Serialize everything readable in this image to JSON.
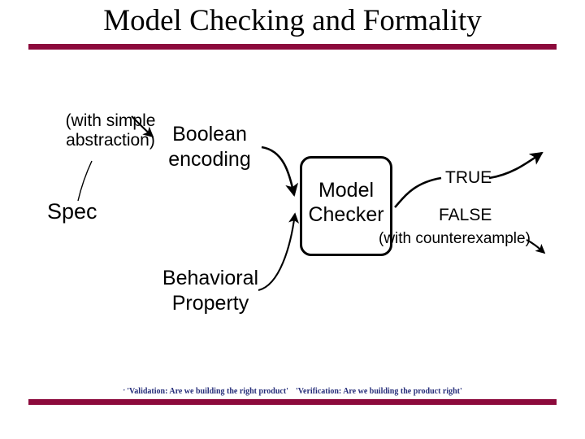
{
  "slide": {
    "title": "Model Checking and Formality",
    "accent_color": "#8C0A3C",
    "footer_text_color": "#252D79",
    "background_color": "#ffffff"
  },
  "footer": {
    "bullet": "·",
    "validation": "'Validation: Are we building the right product'",
    "verification": "'Verification: Are we building the product right'"
  },
  "diagram": {
    "type": "flow-diagram",
    "nodes": {
      "spec": "Spec",
      "with_simple_abstraction": "(with simple abstraction)",
      "boolean_encoding": "Boolean encoding",
      "behavioral_property": "Behavioral Property",
      "model_checker": "Model Checker",
      "true_output": "TRUE",
      "false_output": "FALSE",
      "with_counterexample": "(with counterexample)"
    },
    "edges": [
      {
        "from": "spec",
        "to": "with_simple_abstraction",
        "style": "thin-line",
        "arrow": false
      },
      {
        "from": "with_simple_abstraction",
        "to": "boolean_encoding",
        "style": "curve",
        "arrow": true
      },
      {
        "from": "boolean_encoding",
        "to": "model_checker",
        "style": "curve",
        "arrow": true
      },
      {
        "from": "behavioral_property",
        "to": "model_checker",
        "style": "curve",
        "arrow": true
      },
      {
        "from": "model_checker",
        "to": "true_output",
        "style": "curve",
        "arrow": true
      },
      {
        "from": "model_checker",
        "to": "false_output",
        "style": "curve",
        "arrow": true
      }
    ]
  }
}
